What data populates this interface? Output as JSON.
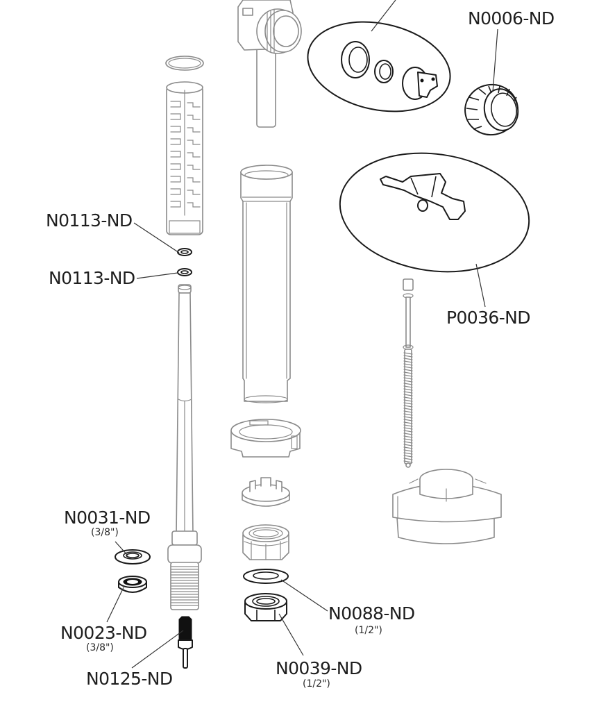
{
  "diagram": {
    "title": "",
    "callouts": [
      {
        "id": "n0006",
        "part_number": "N0006-ND",
        "size": ""
      },
      {
        "id": "n0113a",
        "part_number": "N0113-ND",
        "size": ""
      },
      {
        "id": "n0113b",
        "part_number": "N0113-ND",
        "size": ""
      },
      {
        "id": "p0036",
        "part_number": "P0036-ND",
        "size": ""
      },
      {
        "id": "n0031",
        "part_number": "N0031-ND",
        "size": "(3/8\")"
      },
      {
        "id": "n0023",
        "part_number": "N0023-ND",
        "size": "(3/8\")"
      },
      {
        "id": "n0125",
        "part_number": "N0125-ND",
        "size": ""
      },
      {
        "id": "n0088",
        "part_number": "N0088-ND",
        "size": "(1/2\")"
      },
      {
        "id": "n0039",
        "part_number": "N0039-ND",
        "size": "(1/2\")"
      }
    ],
    "parts": [
      "valve-head",
      "seal-kit-group",
      "lock-nut",
      "float-arm-kit-group",
      "o-ring",
      "filter-screen",
      "small-o-rings",
      "shank-tube",
      "tall-float-cup",
      "adjustment-rod",
      "bayonet-ring",
      "collar-clip",
      "coupling-nut",
      "float-base",
      "cone-washer",
      "rubber-washer",
      "seal-washer",
      "shank-nut",
      "anti-siphon-tail"
    ]
  }
}
